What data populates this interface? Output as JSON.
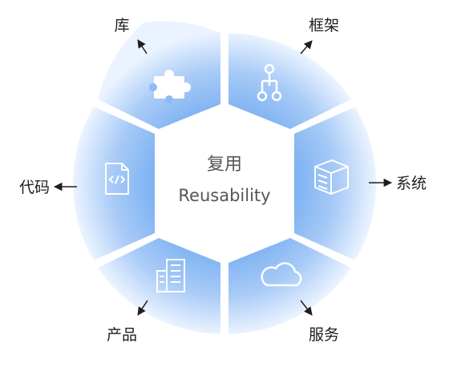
{
  "center": {
    "title": "复用",
    "subtitle": "Reusability"
  },
  "segments": [
    {
      "label": "库",
      "icon": "puzzle-icon"
    },
    {
      "label": "框架",
      "icon": "flowchart-icon"
    },
    {
      "label": "系统",
      "icon": "server-box-icon"
    },
    {
      "label": "服务",
      "icon": "cloud-icon"
    },
    {
      "label": "产品",
      "icon": "building-icon"
    },
    {
      "label": "代码",
      "icon": "code-file-icon"
    }
  ],
  "colors": {
    "segment_light": "#eaf3ff",
    "segment_dark": "#7ab0f2",
    "icon": "#ffffff",
    "arrow": "#1e1e1e",
    "label": "#1e1e1e",
    "center_text": "#555555"
  }
}
